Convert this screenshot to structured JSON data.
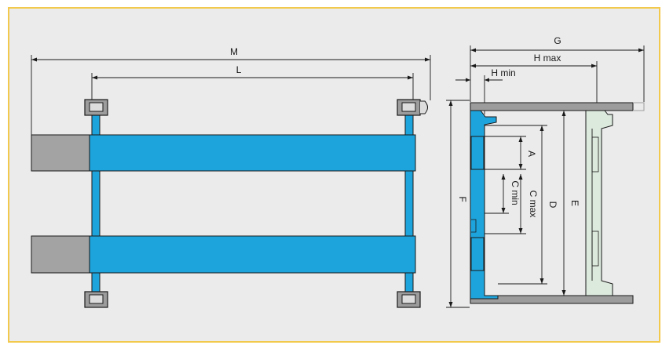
{
  "colors": {
    "frame": "#f2c94c",
    "background": "#ebebeb",
    "blue": "#1ea4dc",
    "gray_block": "#a3a3a3",
    "platform_gray": "#9c9c9c",
    "light_green": "#dce9dd",
    "line": "#1a1a1a"
  },
  "labels": {
    "M": "M",
    "L": "L",
    "G": "G",
    "Hmax": "H max",
    "Hmin": "H min",
    "A": "A",
    "Cmin": "C min",
    "Cmax": "C max",
    "D": "D",
    "E": "E",
    "F": "F"
  }
}
